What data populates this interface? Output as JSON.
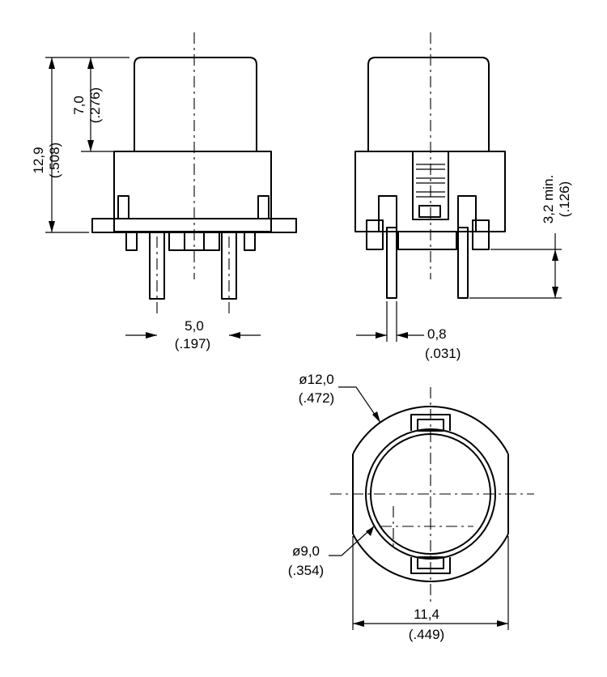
{
  "dimensions": {
    "overall_height": {
      "mm": "12,9",
      "inch": "(.508)"
    },
    "cap_height": {
      "mm": "7,0",
      "inch": "(.276)"
    },
    "pin_spacing": {
      "mm": "5,0",
      "inch": "(.197)"
    },
    "pin_width": {
      "mm": "0,8",
      "inch": "(.031)"
    },
    "pin_length": {
      "mm": "3,2 min.",
      "inch": "(.126)"
    },
    "outer_diameter": {
      "mm": "ø12,0",
      "inch": "(.472)"
    },
    "inner_diameter": {
      "mm": "ø9,0",
      "inch": "(.354)"
    },
    "body_width": {
      "mm": "11,4",
      "inch": "(.449)"
    }
  }
}
